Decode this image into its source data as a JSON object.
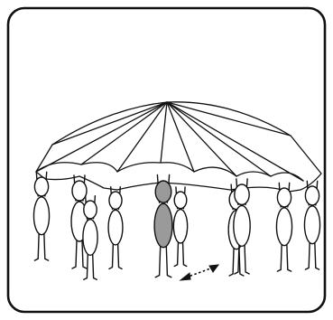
{
  "illustration": {
    "subject": "parachute-game",
    "colors": {
      "stroke": "#111111",
      "fill": "#ffffff",
      "highlight": "#9a9a9a",
      "background": "#ffffff"
    },
    "people": [
      {
        "name": "person-far-left",
        "highlighted": false
      },
      {
        "name": "person-back-left",
        "highlighted": false
      },
      {
        "name": "person-front-left",
        "highlighted": false
      },
      {
        "name": "person-left-center",
        "highlighted": false
      },
      {
        "name": "person-center-highlighted",
        "highlighted": true
      },
      {
        "name": "person-center-back",
        "highlighted": false
      },
      {
        "name": "person-right-center",
        "highlighted": false
      },
      {
        "name": "person-right",
        "highlighted": false
      },
      {
        "name": "person-back-right",
        "highlighted": false
      },
      {
        "name": "person-far-right",
        "highlighted": false
      }
    ],
    "movement_indicator": "double-headed-dotted-arrow"
  }
}
